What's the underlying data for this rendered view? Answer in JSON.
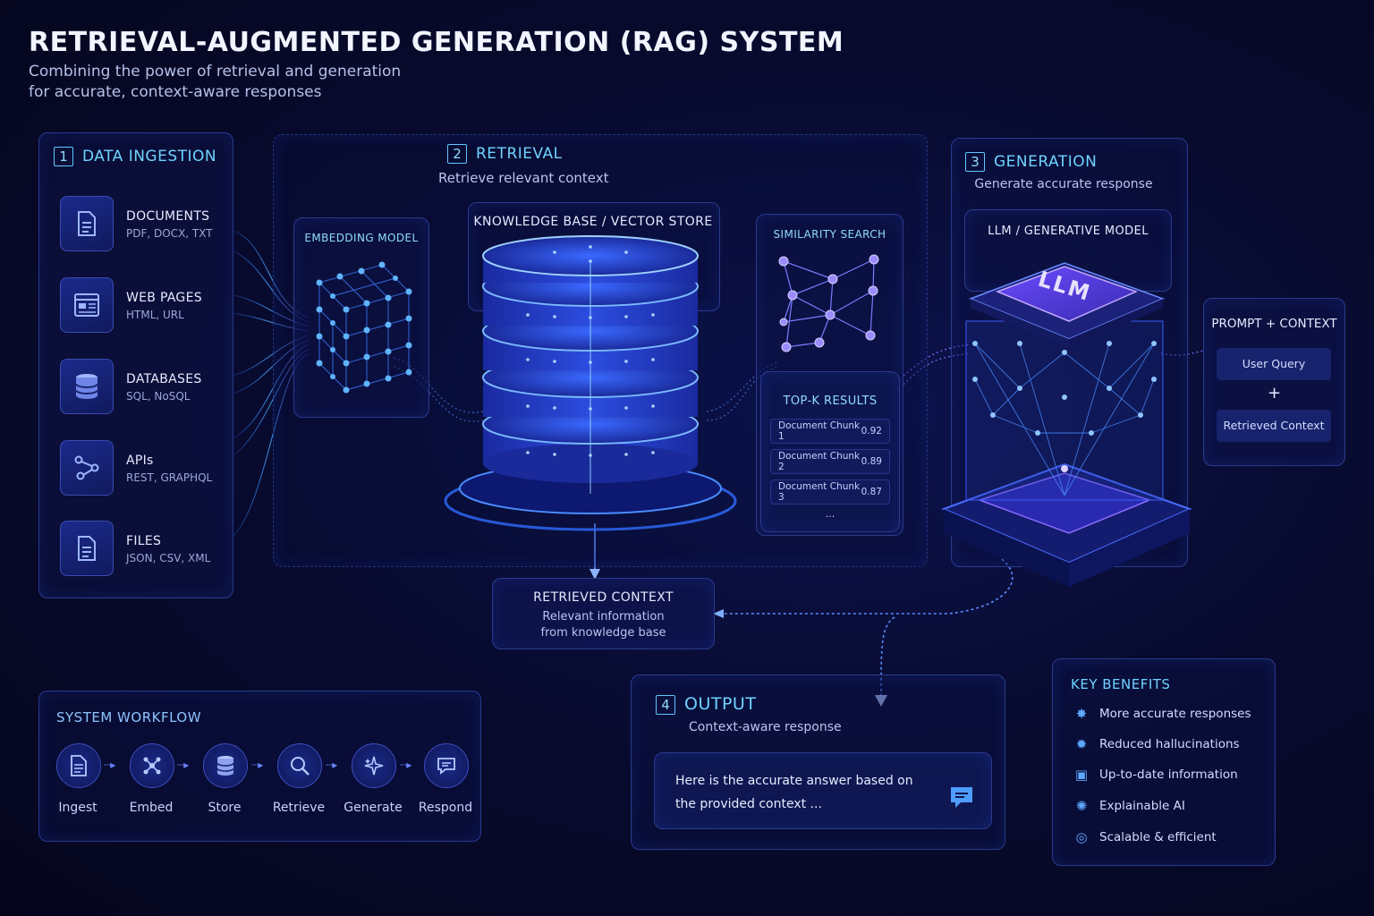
{
  "header": {
    "title": "RETRIEVAL-AUGMENTED GENERATION (RAG) SYSTEM",
    "subtitle_line1": "Combining the power of retrieval and generation",
    "subtitle_line2": "for accurate, context-aware responses"
  },
  "ingestion": {
    "number": "1",
    "title": "DATA INGESTION",
    "sources": [
      {
        "name": "DOCUMENTS",
        "desc": "PDF, DOCX, TXT",
        "icon": "document-icon"
      },
      {
        "name": "WEB PAGES",
        "desc": "HTML, URL",
        "icon": "web-page-icon"
      },
      {
        "name": "DATABASES",
        "desc": "SQL, NoSQL",
        "icon": "database-icon"
      },
      {
        "name": "APIs",
        "desc": "REST, GRAPHQL",
        "icon": "api-icon"
      },
      {
        "name": "FILES",
        "desc": "JSON, CSV, XML",
        "icon": "file-icon"
      }
    ]
  },
  "retrieval": {
    "number": "2",
    "title": "RETRIEVAL",
    "subtitle": "Retrieve relevant context",
    "embedding_label": "EMBEDDING MODEL",
    "vector_store_label": "KNOWLEDGE BASE / VECTOR STORE",
    "similarity_label": "SIMILARITY SEARCH",
    "topk": {
      "title": "TOP-K RESULTS",
      "results": [
        {
          "chunk": "Document Chunk 1",
          "score": "0.92"
        },
        {
          "chunk": "Document Chunk 2",
          "score": "0.89"
        },
        {
          "chunk": "Document Chunk 3",
          "score": "0.87"
        }
      ],
      "more": "..."
    }
  },
  "retrieved_context": {
    "title": "RETRIEVED CONTEXT",
    "line1": "Relevant information",
    "line2": "from knowledge base"
  },
  "generation": {
    "number": "3",
    "title": "GENERATION",
    "subtitle": "Generate accurate response",
    "model_label": "LLM / GENERATIVE MODEL",
    "chip_text": "LLM"
  },
  "prompt": {
    "title": "PROMPT + CONTEXT",
    "query": "User Query",
    "plus": "+",
    "context": "Retrieved Context"
  },
  "output": {
    "number": "4",
    "title": "OUTPUT",
    "subtitle": "Context-aware response",
    "response_line1": "Here is the accurate answer based on",
    "response_line2": "the provided context ..."
  },
  "workflow": {
    "title": "SYSTEM WORKFLOW",
    "steps": [
      {
        "label": "Ingest",
        "icon": "document-icon"
      },
      {
        "label": "Embed",
        "icon": "network-icon"
      },
      {
        "label": "Store",
        "icon": "database-icon"
      },
      {
        "label": "Retrieve",
        "icon": "search-icon"
      },
      {
        "label": "Generate",
        "icon": "sparkle-icon"
      },
      {
        "label": "Respond",
        "icon": "chat-icon"
      }
    ]
  },
  "benefits": {
    "title": "KEY BENEFITS",
    "items": [
      {
        "label": "More accurate responses",
        "icon": "target-icon"
      },
      {
        "label": "Reduced hallucinations",
        "icon": "shield-icon"
      },
      {
        "label": "Up-to-date information",
        "icon": "calendar-icon"
      },
      {
        "label": "Explainable AI",
        "icon": "bulb-icon"
      },
      {
        "label": "Scalable & efficient",
        "icon": "scale-icon"
      }
    ]
  },
  "colors": {
    "background": "#070a2a",
    "accent_cyan": "#6fd3ff",
    "accent_blue": "#3f6bff",
    "accent_purple": "#8a5cff",
    "panel_border": "#2a3a8c"
  }
}
